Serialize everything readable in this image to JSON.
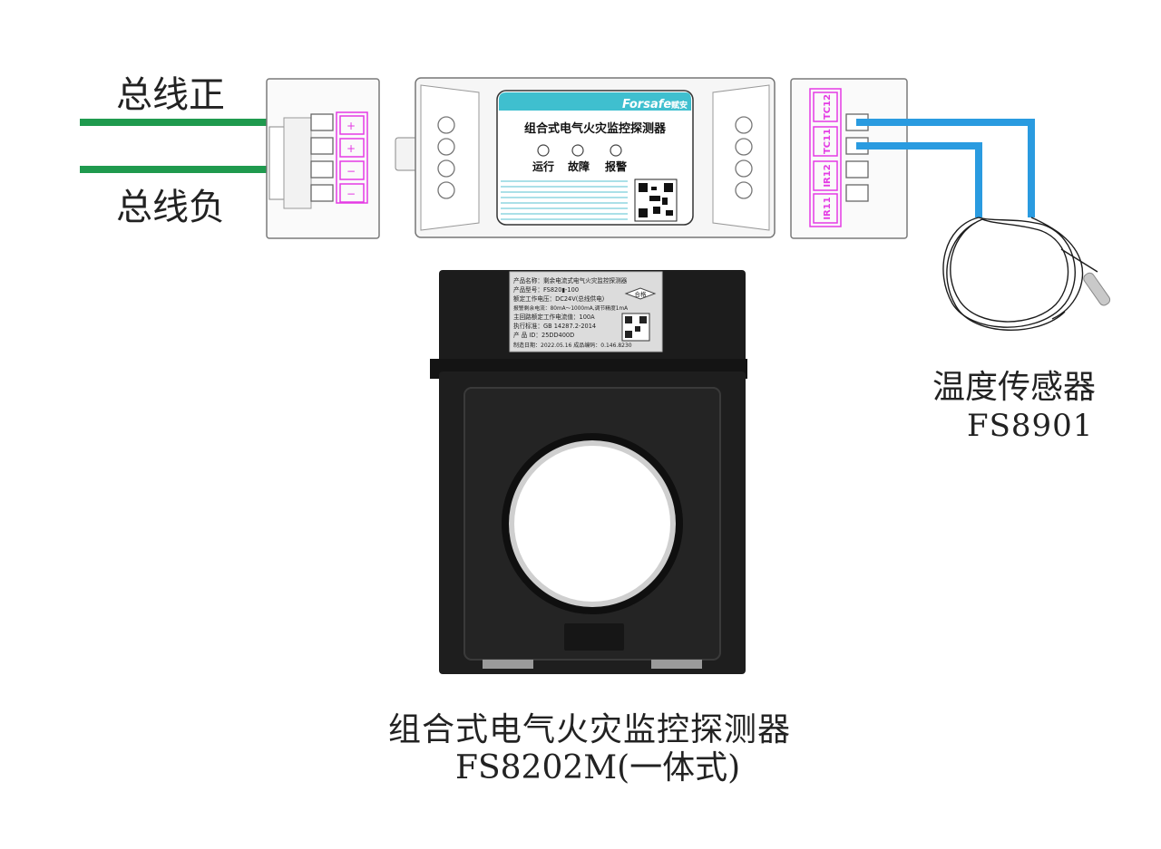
{
  "labels": {
    "bus_positive": "总线正",
    "bus_negative": "总线负",
    "temp_sensor_title": "温度传感器",
    "temp_sensor_model": "FS8901",
    "detector_title": "组合式电气火灾监控探测器",
    "detector_model": "FS8202M(一体式)"
  },
  "module": {
    "brand": "Forsafe",
    "brand_cn": "赋安",
    "panel_title": "组合式电气火灾监控探测器",
    "indicators": [
      "运行",
      "故障",
      "报警"
    ]
  },
  "right_terminals": [
    "TC12",
    "TC11",
    "IR12",
    "IR11"
  ],
  "nameplate": {
    "lines": [
      "产品名称：剩余电流式电气火灾监控探测器",
      "产品型号：FS820▮-100",
      "额定工作电压：DC24V(总线供电)",
      "报警剩余电流：80mA～1000mA,调节精度1mA",
      "主回路额定工作电流值：100A",
      "执行标准：GB 14287.2-2014",
      "产 品 ID：25DD400D",
      "制造日期：2022.05.16  成品编码：0.146.8230"
    ],
    "stamp": "合格"
  },
  "colors": {
    "bus_wire": "#1f9a4e",
    "sensor_wire": "#2a9be0",
    "terminal_magenta": "#e43be4",
    "housing_dark": "#1b1b1b"
  }
}
